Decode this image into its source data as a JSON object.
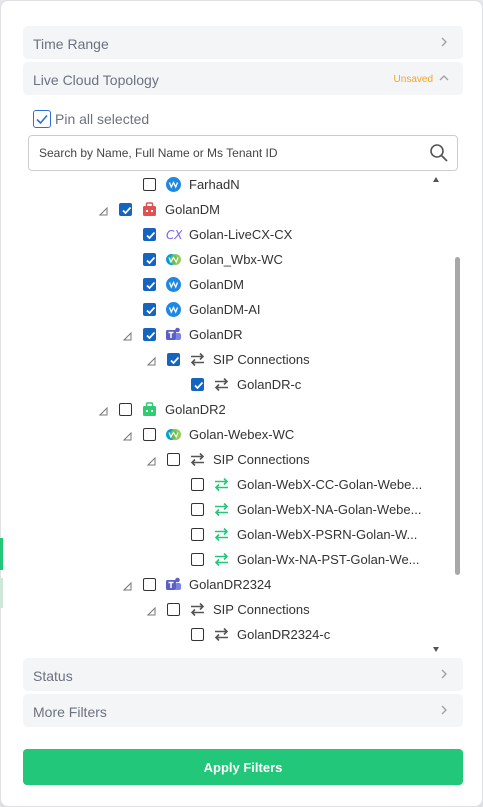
{
  "sections": {
    "time_range": "Time Range",
    "live_topology": "Live Cloud Topology",
    "unsaved_badge": "Unsaved",
    "status": "Status",
    "more_filters": "More Filters"
  },
  "pin_all": {
    "label": "Pin all selected",
    "checked": true
  },
  "search": {
    "placeholder": "Search by Name, Full Name or Ms Tenant ID"
  },
  "tree": [
    {
      "label": "FarhadN",
      "icon": "webex-icon",
      "checked": false
    },
    {
      "label": "GolanDM",
      "icon": "red-tenant-icon",
      "checked": true
    },
    {
      "label": "Golan-LiveCX-CX",
      "icon": "cx-icon",
      "checked": true
    },
    {
      "label": "Golan_Wbx-WC",
      "icon": "webex-calling-icon",
      "checked": true
    },
    {
      "label": "GolanDM",
      "icon": "webex-icon",
      "checked": true
    },
    {
      "label": "GolanDM-AI",
      "icon": "webex-icon",
      "checked": true
    },
    {
      "label": "GolanDR",
      "icon": "teams-icon",
      "checked": true
    },
    {
      "label": "SIP Connections",
      "icon": "sip-connections-icon",
      "checked": true
    },
    {
      "label": "GolanDR-c",
      "icon": "sip-connection-icon",
      "checked": true
    },
    {
      "label": "GolanDR2",
      "icon": "green-tenant-icon",
      "checked": false
    },
    {
      "label": "Golan-Webex-WC",
      "icon": "webex-calling-icon",
      "checked": false
    },
    {
      "label": "SIP Connections",
      "icon": "sip-connections-icon",
      "checked": false
    },
    {
      "label": "Golan-WebX-CC-Golan-Webe...",
      "icon": "sip-connection-green-icon",
      "checked": false
    },
    {
      "label": "Golan-WebX-NA-Golan-Webe...",
      "icon": "sip-connection-green-icon",
      "checked": false
    },
    {
      "label": "Golan-WebX-PSRN-Golan-W...",
      "icon": "sip-connection-green-icon",
      "checked": false
    },
    {
      "label": "Golan-Wx-NA-PST-Golan-We...",
      "icon": "sip-connection-green-icon",
      "checked": false
    },
    {
      "label": "GolanDR2324",
      "icon": "teams-icon",
      "checked": false
    },
    {
      "label": "SIP Connections",
      "icon": "sip-connections-icon",
      "checked": false
    },
    {
      "label": "GolanDR2324-c",
      "icon": "sip-connection-icon",
      "checked": false
    }
  ],
  "apply_button": "Apply Filters",
  "colors": {
    "accent_green": "#22c77a",
    "checkbox_blue": "#1565c0",
    "unsaved_orange": "#f5a524",
    "webex_blue": "#1e88e5",
    "teams_purple": "#5b5fc7",
    "tenant_red": "#e05252",
    "tenant_green": "#2ecc71"
  }
}
